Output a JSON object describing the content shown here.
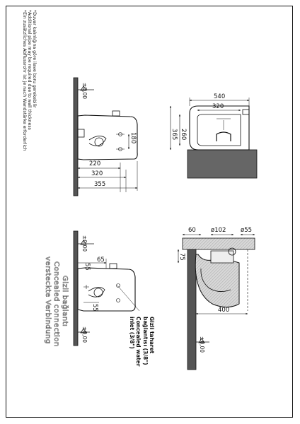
{
  "notes": [
    "*Duvar kalınlığına göre ilave boru gerekebilir",
    "*Additional pipe may be required due to wall thickness",
    "*Ein zusätzliches Abflussrohr ist je nach Wandstärke erforderlich"
  ],
  "views": {
    "side_top": {
      "level": "±0,00",
      "d220": "220",
      "d320": "320",
      "d355": "355",
      "d180": "180"
    },
    "plan": {
      "d540": "540",
      "d320": "320",
      "d260": "260",
      "d365": "365"
    },
    "side_bottom": {
      "level": "±0,00",
      "level_bottom": "±0,00",
      "d65": "65",
      "d55a": "55",
      "d55b": "55"
    },
    "section": {
      "d60": "60",
      "d102": "ø102",
      "d55": "ø55",
      "d75": "75",
      "d400": "400",
      "level": "±0,00"
    }
  },
  "labels": {
    "concealed_tr": [
      "Gizli taharet",
      "bağlantısı (3/8\")",
      "Concealed water",
      "inlet (3/8\")"
    ],
    "concealed_outline": [
      "Gizli bağlantı",
      "Concealed connection",
      "versteckte Verbindung"
    ]
  }
}
